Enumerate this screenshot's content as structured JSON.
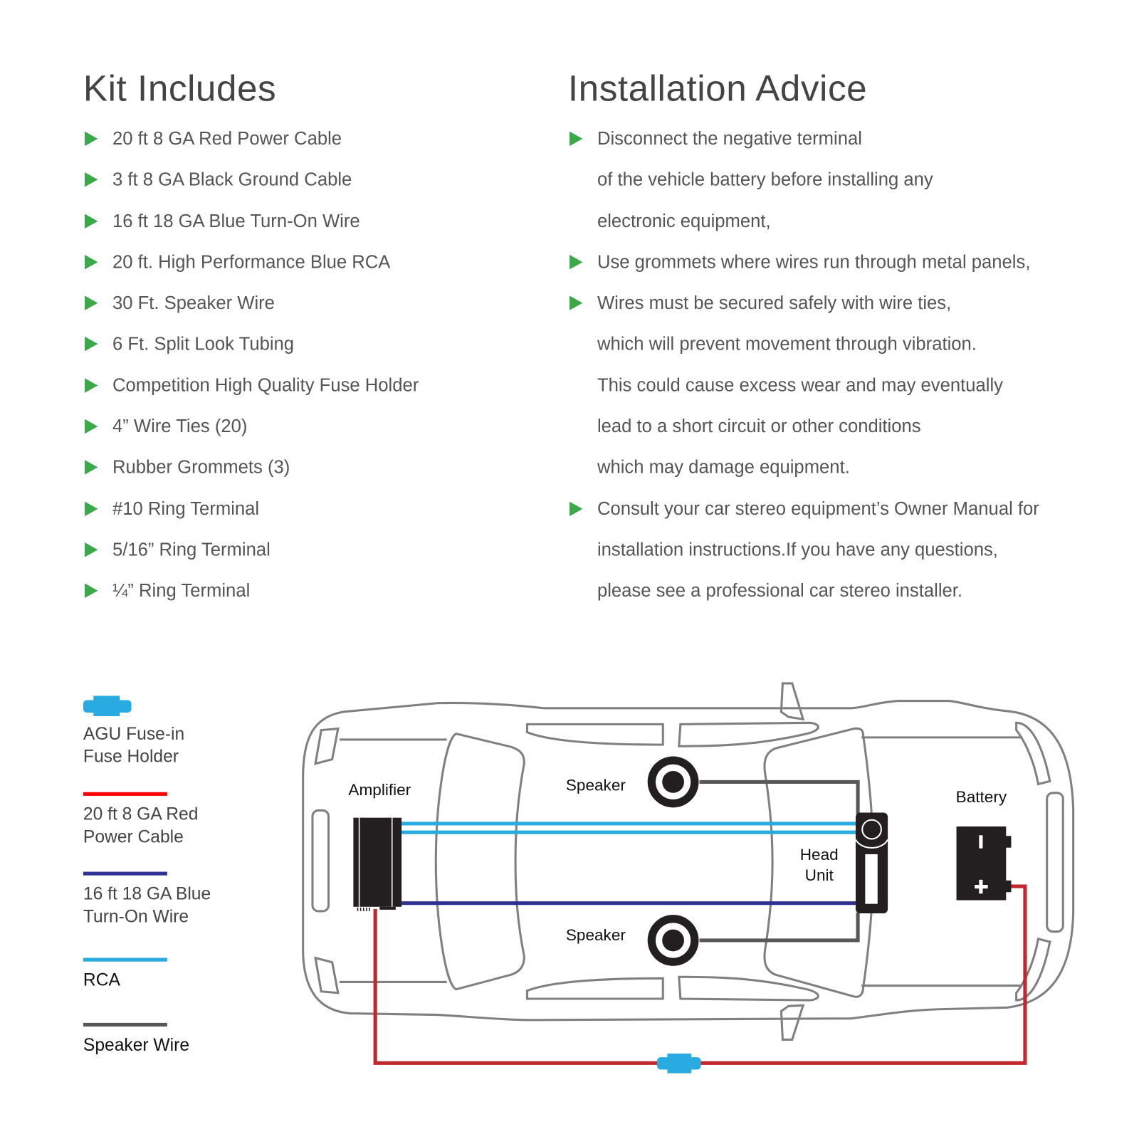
{
  "kit": {
    "title": "Kit Includes",
    "items": [
      "20 ft 8 GA Red Power Cable",
      "3 ft 8 GA Black Ground Cable",
      "16 ft 18 GA Blue Turn-On Wire",
      "20 ft. High Performance Blue RCA",
      "30 Ft. Speaker Wire",
      "6 Ft. Split Look Tubing",
      "Competition High Quality Fuse Holder",
      "4” Wire Ties (20)",
      "Rubber Grommets (3)",
      "#10 Ring Terminal",
      "5/16” Ring Terminal",
      "¼” Ring Terminal"
    ]
  },
  "advice": {
    "title": "Installation Advice",
    "lines": [
      {
        "bullet": true,
        "text": "Disconnect the negative terminal"
      },
      {
        "bullet": false,
        "text": "of the vehicle battery before installing any"
      },
      {
        "bullet": false,
        "text": "electronic equipment,"
      },
      {
        "bullet": true,
        "text": "Use grommets where wires run through metal panels,"
      },
      {
        "bullet": true,
        "text": "Wires must be secured safely with wire ties,"
      },
      {
        "bullet": false,
        "text": "which will prevent movement through vibration."
      },
      {
        "bullet": false,
        "text": "This could cause excess wear and may eventually"
      },
      {
        "bullet": false,
        "text": "lead to a short circuit or other conditions"
      },
      {
        "bullet": false,
        "text": "which may damage equipment."
      },
      {
        "bullet": true,
        "text": "Consult your car stereo equipment’s Owner Manual for"
      },
      {
        "bullet": false,
        "text": "installation instructions.If you have any questions,"
      },
      {
        "bullet": false,
        "text": "please see a professional car stereo installer."
      }
    ]
  },
  "legend": {
    "fuse": {
      "line1": "AGU Fuse-in",
      "line2": "Fuse Holder",
      "color": "#29abe2"
    },
    "power": {
      "line1": "20 ft 8 GA Red",
      "line2": "Power Cable",
      "color": "#ff0000"
    },
    "turnon": {
      "line1": "16 ft 18 GA Blue",
      "line2": "Turn-On Wire",
      "color": "#2e3192"
    },
    "rca": {
      "line1": "RCA",
      "color": "#29abe2"
    },
    "speaker": {
      "line1": "Speaker Wire",
      "color": "#555759"
    }
  },
  "diagram": {
    "amplifier": "Amplifier",
    "speaker_top": "Speaker",
    "speaker_bottom": "Speaker",
    "head_unit_1": "Head",
    "head_unit_2": "Unit",
    "battery": "Battery"
  },
  "colors": {
    "bullet": "#3aaa49",
    "rca": "#29abe2",
    "turnon": "#2e3192",
    "power": "#c1272d",
    "speaker_wire": "#555759",
    "car": "#808080"
  }
}
